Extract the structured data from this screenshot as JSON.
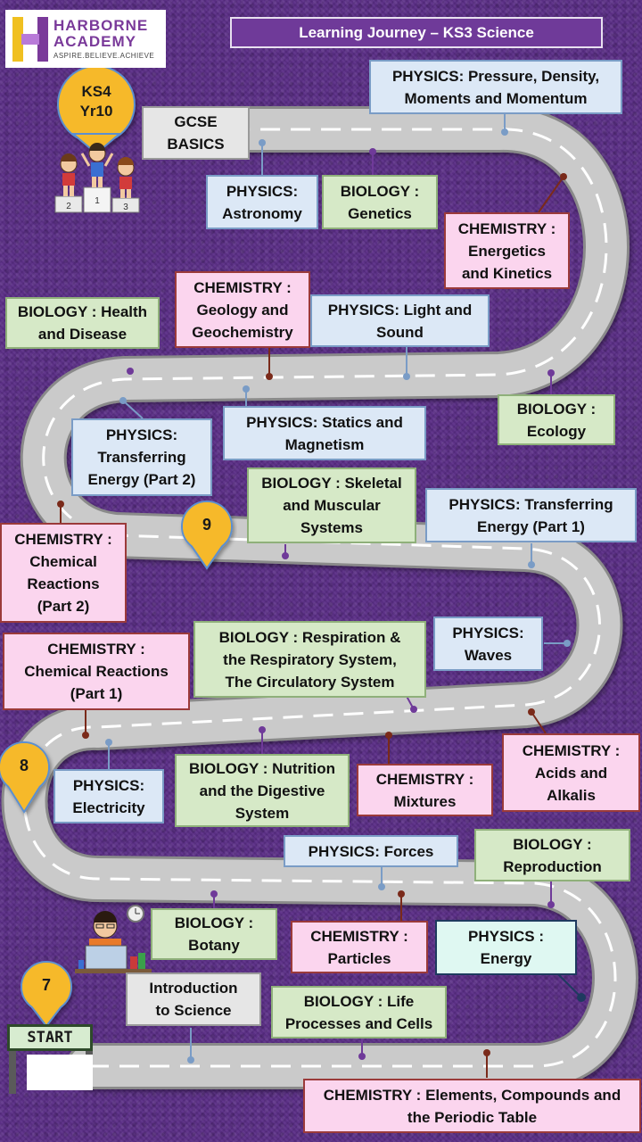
{
  "header": {
    "logo_line1": "HARBORNE",
    "logo_line2": "ACADEMY",
    "logo_tagline": "ASPIRE.BELIEVE.ACHIEVE",
    "title": "Learning Journey – KS3 Science"
  },
  "pins": {
    "ks4": "KS4\nYr10",
    "year9": "9",
    "year8": "8",
    "year7": "7"
  },
  "start_label": "START",
  "podium_numbers": [
    "2",
    "1",
    "3"
  ],
  "topics": {
    "gcse_basics": "GCSE\nBASICS",
    "pressure_density": "PHYSICS: Pressure, Density,\nMoments and Momentum",
    "astronomy": "PHYSICS:\nAstronomy",
    "genetics": "BIOLOGY :\nGenetics",
    "energetics": "CHEMISTRY :\nEnergetics\nand Kinetics",
    "health_disease": "BIOLOGY : Health\nand Disease",
    "geology": "CHEMISTRY :\nGeology and\nGeochemistry",
    "light_sound": "PHYSICS: Light and\nSound",
    "statics_magnetism": "PHYSICS: Statics and\nMagnetism",
    "ecology": "BIOLOGY :\nEcology",
    "transferring_energy_2": "PHYSICS:\nTransferring\nEnergy (Part 2)",
    "skeletal": "BIOLOGY : Skeletal\nand Muscular\nSystems",
    "transferring_energy_1": "PHYSICS: Transferring\nEnergy (Part 1)",
    "chemical_reactions_2": "CHEMISTRY :\nChemical\nReactions\n(Part 2)",
    "chemical_reactions_1": "CHEMISTRY :\nChemical Reactions\n(Part 1)",
    "respiration": "BIOLOGY : Respiration &\nthe Respiratory System,\nThe Circulatory System",
    "waves": "PHYSICS:\nWaves",
    "acids_alkalis": "CHEMISTRY :\nAcids and\nAlkalis",
    "electricity": "PHYSICS:\nElectricity",
    "nutrition": "BIOLOGY : Nutrition\nand the Digestive\nSystem",
    "mixtures": "CHEMISTRY :\nMixtures",
    "forces": "PHYSICS: Forces",
    "reproduction": "BIOLOGY :\nReproduction",
    "botany": "BIOLOGY :\nBotany",
    "particles": "CHEMISTRY :\nParticles",
    "energy": "PHYSICS :\nEnergy",
    "intro_science": "Introduction\nto Science",
    "life_processes": "BIOLOGY : Life\nProcesses and Cells",
    "elements": "CHEMISTRY : Elements, Compounds and\nthe Periodic Table"
  },
  "colors": {
    "background": "#5a2d86",
    "road": "#c8c8c8",
    "physics_fill": "#dce8f6",
    "biology_fill": "#d6e9c7",
    "chemistry_fill": "#fbd5ee",
    "pin": "#f6b92b"
  }
}
